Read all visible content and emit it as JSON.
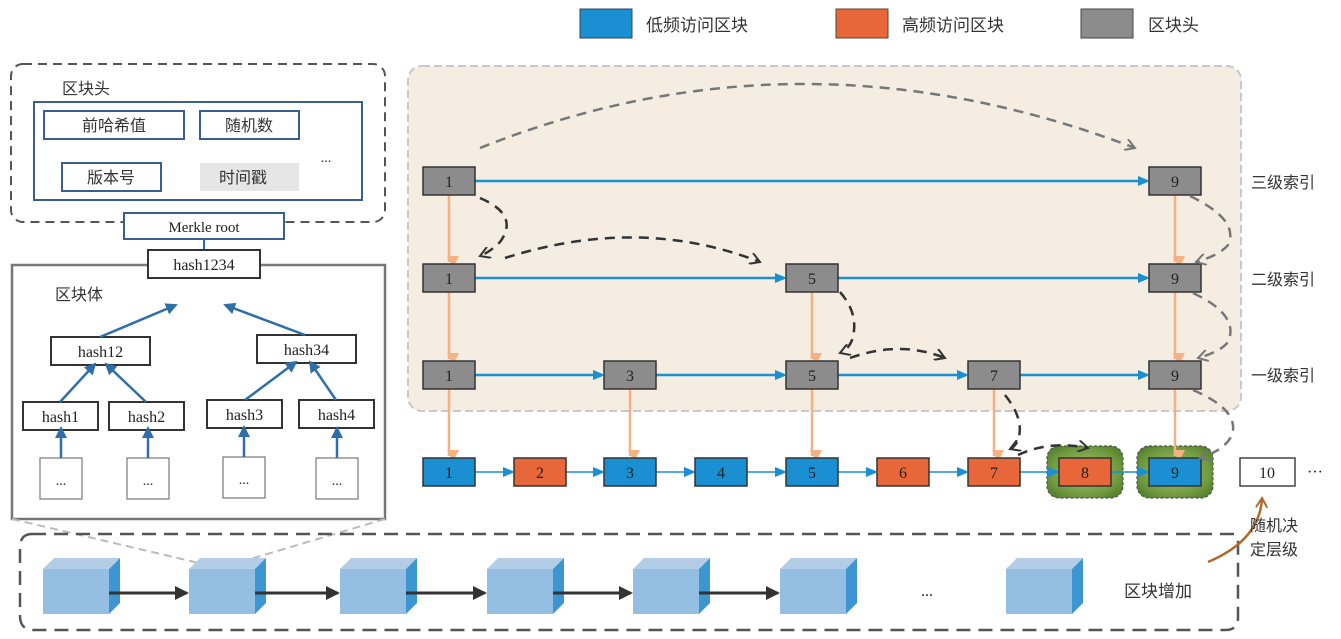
{
  "legend": [
    {
      "label": "低频访问区块",
      "color": "#1a8fd1"
    },
    {
      "label": "高频访问区块",
      "color": "#e8673a"
    },
    {
      "label": "区块头",
      "color": "#8c8c8c"
    }
  ],
  "block_header": {
    "title": "区块头",
    "fields": [
      "前哈希值",
      "随机数",
      "版本号",
      "时间戳"
    ],
    "ellipsis": "...",
    "merkle_root": "Merkle root"
  },
  "block_body": {
    "title": "区块体",
    "root": "hash1234",
    "level1": [
      "hash12",
      "hash34"
    ],
    "level2": [
      "hash1",
      "hash2",
      "hash3",
      "hash4"
    ],
    "leaves": [
      "...",
      "...",
      "...",
      "..."
    ]
  },
  "skiplist": {
    "levels": [
      {
        "label": "三级索引",
        "nodes": [
          "1",
          "9"
        ]
      },
      {
        "label": "二级索引",
        "nodes": [
          "1",
          "5",
          "9"
        ]
      },
      {
        "label": "一级索引",
        "nodes": [
          "1",
          "3",
          "5",
          "7",
          "9"
        ]
      }
    ],
    "base": [
      {
        "id": "1",
        "type": "low"
      },
      {
        "id": "2",
        "type": "high"
      },
      {
        "id": "3",
        "type": "low"
      },
      {
        "id": "4",
        "type": "low"
      },
      {
        "id": "5",
        "type": "low"
      },
      {
        "id": "6",
        "type": "high"
      },
      {
        "id": "7",
        "type": "high"
      },
      {
        "id": "8",
        "type": "high",
        "highlight": true
      },
      {
        "id": "9",
        "type": "low",
        "highlight": true
      }
    ],
    "new_block": "10",
    "new_ellipsis": "···",
    "random_level_label": [
      "随机决",
      "定层级"
    ]
  },
  "chain": {
    "ellipsis": "...",
    "add_label": "区块增加"
  }
}
